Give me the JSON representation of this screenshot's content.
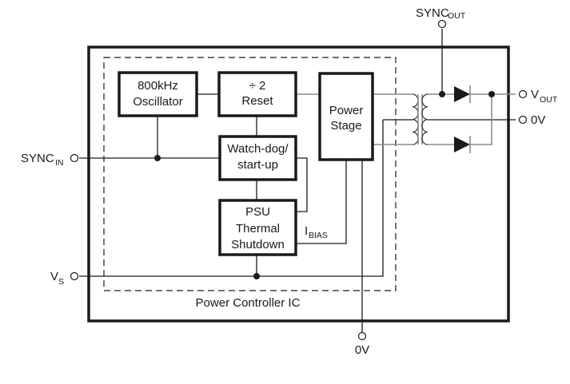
{
  "diagram": {
    "title": "Power Controller IC",
    "blocks": {
      "oscillator": [
        "800kHz",
        "Oscillator"
      ],
      "divider": [
        "÷ 2",
        "Reset"
      ],
      "watchdog": [
        "Watch-dog/",
        "start-up"
      ],
      "psu": [
        "PSU",
        "Thermal",
        "Shutdown"
      ],
      "power_stage": [
        "Power",
        "Stage"
      ]
    },
    "signals": {
      "ibias_main": "I",
      "ibias_sub": "BIAS"
    },
    "terminals": {
      "sync_in_main": "SYNC",
      "sync_in_sub": "IN",
      "vs_main": "V",
      "vs_sub": "S",
      "sync_out_main": "SYNC",
      "sync_out_sub": "OUT",
      "vout_main": "V",
      "vout_sub": "OUT",
      "zero_v_right": "0V",
      "zero_v_bottom": "0V"
    }
  }
}
